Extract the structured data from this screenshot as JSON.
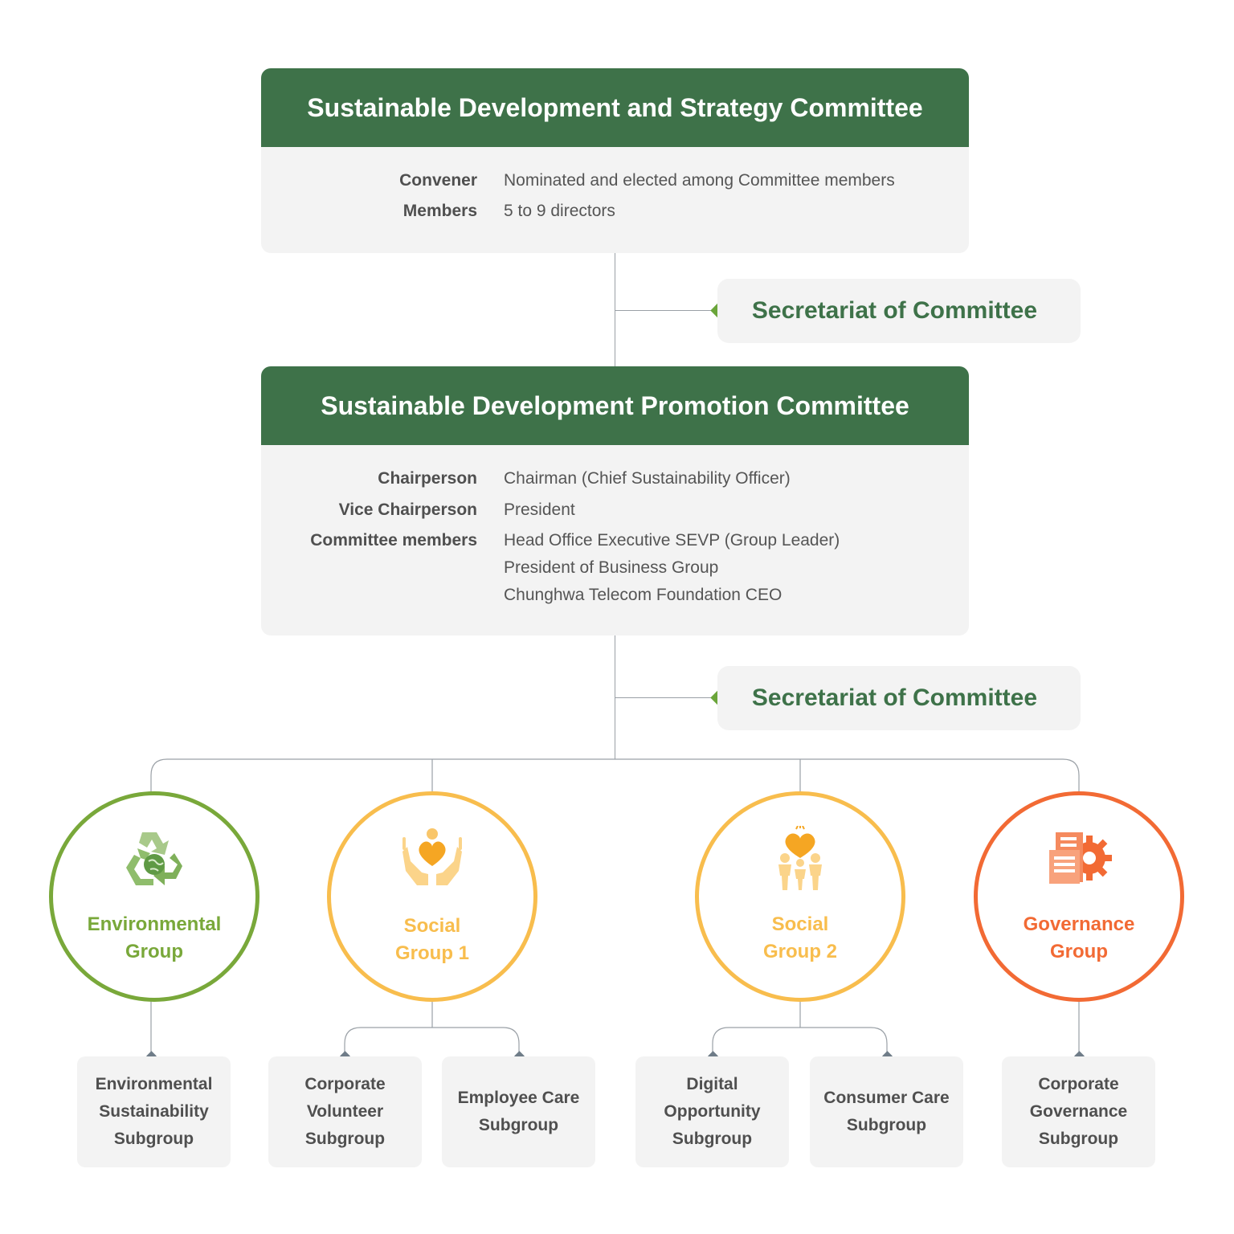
{
  "strategy_committee": {
    "title": "Sustainable Development and Strategy Committee",
    "rows": [
      {
        "label": "Convener",
        "value": "Nominated and elected among Committee members"
      },
      {
        "label": "Members",
        "value": "5 to 9 directors"
      }
    ]
  },
  "secretariat_1": "Secretariat of Committee",
  "promotion_committee": {
    "title": "Sustainable Development Promotion Committee",
    "rows": [
      {
        "label": "Chairperson",
        "value": "Chairman (Chief Sustainability Officer)"
      },
      {
        "label": "Vice Chairperson",
        "value": "President"
      },
      {
        "label": "Committee members",
        "value": "Head Office Executive SEVP (Group Leader)"
      },
      {
        "label": "",
        "value": "President of Business Group"
      },
      {
        "label": "",
        "value": "Chunghwa Telecom Foundation CEO"
      }
    ]
  },
  "secretariat_2": "Secretariat of Committee",
  "groups": [
    {
      "line1": "Environmental",
      "line2": "Group",
      "color": "#79a83a",
      "icon": "recycle-icon"
    },
    {
      "line1": "Social",
      "line2": "Group 1",
      "color": "#f8bd4d",
      "icon": "hands-heart-icon"
    },
    {
      "line1": "Social",
      "line2": "Group 2",
      "color": "#f8bd4d",
      "icon": "family-heart-icon"
    },
    {
      "line1": "Governance",
      "line2": "Group",
      "color": "#f26a34",
      "icon": "document-gear-icon"
    }
  ],
  "subgroups": [
    {
      "text": "Environmental Sustainability Subgroup"
    },
    {
      "text": "Corporate Volunteer Subgroup"
    },
    {
      "text": "Employee Care Subgroup"
    },
    {
      "text": "Digital Opportunity Subgroup"
    },
    {
      "text": "Consumer Care Subgroup"
    },
    {
      "text": "Corporate Governance Subgroup"
    }
  ]
}
